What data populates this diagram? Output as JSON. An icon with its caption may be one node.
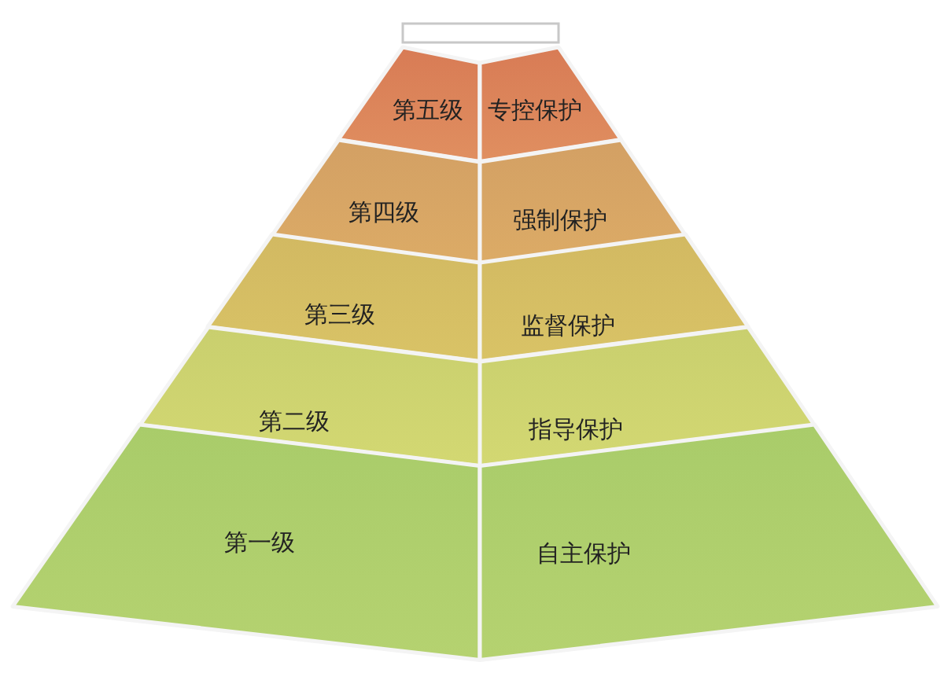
{
  "diagram": {
    "nodes": [
      {
        "text": [],
        "shape": "box"
      },
      {
        "text": [
          "第五级"
        ]
      },
      {
        "text": [
          "专控保护"
        ]
      },
      {
        "text": [
          "第四级"
        ]
      },
      {
        "text": [
          "强制保护"
        ]
      },
      {
        "text": [
          "第三级"
        ]
      },
      {
        "text": [
          "监督保护"
        ]
      },
      {
        "text": [
          "第二级"
        ]
      },
      {
        "text": [
          "指导保护"
        ]
      },
      {
        "text": [
          "第一级"
        ]
      },
      {
        "text": [
          "自主保护"
        ]
      }
    ]
  }
}
